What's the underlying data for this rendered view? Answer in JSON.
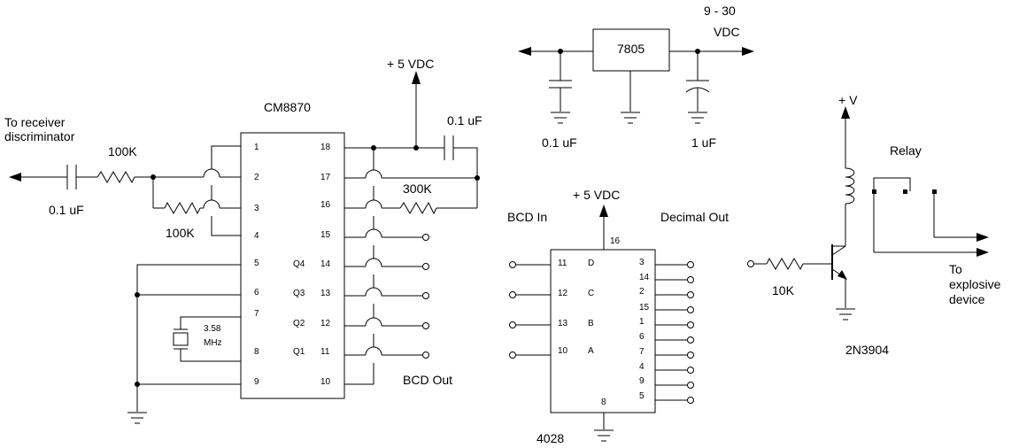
{
  "labels": {
    "receiver": [
      "To receiver",
      "discriminator"
    ],
    "r_input": "100K",
    "c_input": "0.1 uF",
    "r_bias": "100K",
    "chip1": "CM8870",
    "vdd1": "+ 5 VDC",
    "c_decouple": "0.1 uF",
    "r_feedback": "300K",
    "crystal": [
      "3.58",
      "MHz"
    ],
    "bcd_out": "BCD Out",
    "vin": [
      "9 - 30",
      "VDC"
    ],
    "regulator": "7805",
    "c_reg_out": "0.1 uF",
    "c_reg_in": "1 uF",
    "vdd2": "+ 5 VDC",
    "bcd_in": "BCD In",
    "decimal_out": "Decimal Out",
    "chip2": "4028",
    "vplus": "+ V",
    "relay": "Relay",
    "r_base": "10K",
    "transistor": "2N3904",
    "load": [
      "To",
      "explosive",
      "device"
    ]
  },
  "cm8870": {
    "left_pins": [
      "1",
      "2",
      "3",
      "4",
      "5",
      "6",
      "7",
      "8",
      "9"
    ],
    "right_pins": [
      "18",
      "17",
      "16",
      "15",
      "14",
      "13",
      "12",
      "11",
      "10"
    ],
    "outputs": [
      "Q4",
      "Q3",
      "Q2",
      "Q1"
    ]
  },
  "cd4028": {
    "vdd_pin": "16",
    "gnd_pin": "8",
    "inputs": [
      {
        "pin": "11",
        "name": "D"
      },
      {
        "pin": "12",
        "name": "C"
      },
      {
        "pin": "13",
        "name": "B"
      },
      {
        "pin": "10",
        "name": "A"
      }
    ],
    "outputs": [
      "3",
      "14",
      "2",
      "15",
      "1",
      "6",
      "7",
      "4",
      "9",
      "5"
    ]
  }
}
